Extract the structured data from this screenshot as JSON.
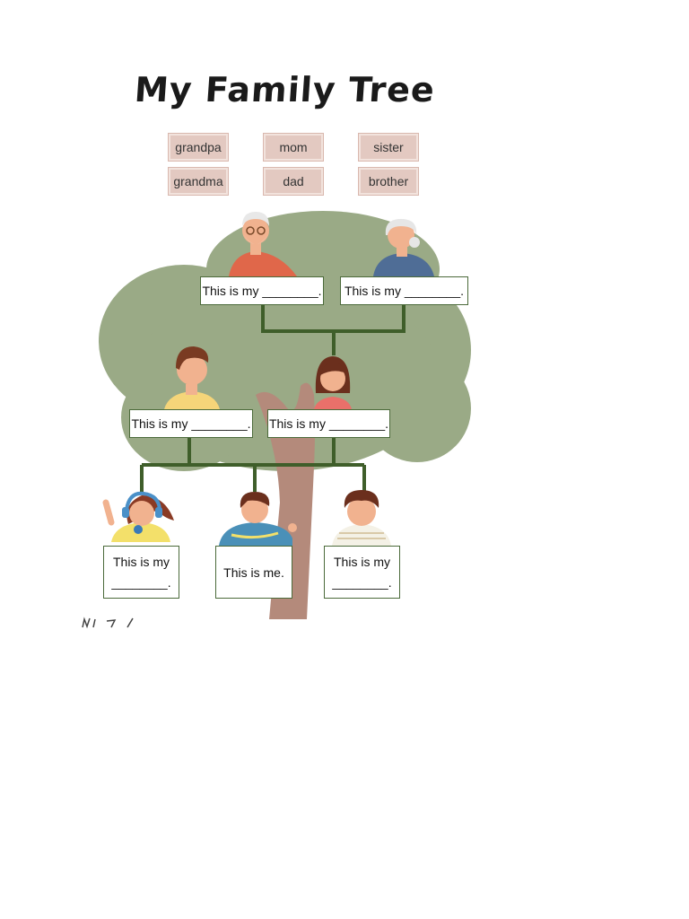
{
  "title": "My Family Tree",
  "word_bank": [
    "grandpa",
    "mom",
    "sister",
    "grandma",
    "dad",
    "brother"
  ],
  "labels": {
    "grandpa": "This is my ________.",
    "grandma": "This is my ________.",
    "dad": "This is my ________.",
    "mom": "This is my ________.",
    "sister_line1": "This is my",
    "sister_line2": "________.",
    "me": "This is me.",
    "brother_line1": "This is my",
    "brother_line2": "________."
  },
  "colors": {
    "tree_foliage": "#9aaa86",
    "trunk": "#b48a7b",
    "connector": "#3f5e2a",
    "chip": "#e3c9c1"
  }
}
